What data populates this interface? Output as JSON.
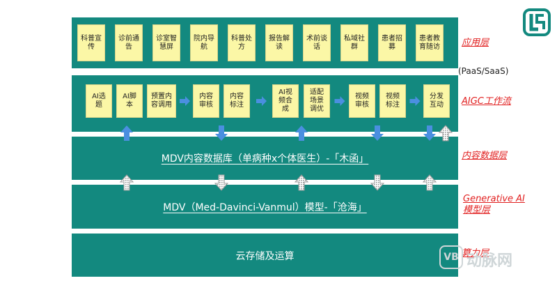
{
  "application_layer": {
    "label": "应用层",
    "items": [
      "科普宣传",
      "诊前通告",
      "诊室智慧屏",
      "院内导航",
      "科普处方",
      "报告解读",
      "术前谈话",
      "私域社群",
      "患者招募",
      "患者教育随访"
    ]
  },
  "paas_note": "(PaaS/SaaS)",
  "aigc_layer": {
    "label": "AIGC工作流",
    "groups": [
      [
        "AI选题",
        "AI脚本",
        "预置内容调用"
      ],
      [
        "内容审核",
        "内容标注"
      ],
      [
        "AI视频合成",
        "适配场景调优"
      ],
      [
        "视频审核",
        "视频标注"
      ],
      [
        "分发互动"
      ]
    ]
  },
  "content_db_layer": {
    "label": "内容数据层",
    "text": "MDV内容数据库（单病种x个体医生）-「木函」"
  },
  "model_layer": {
    "label_line1": "Generative AI",
    "label_line2": "模型层",
    "text": "MDV（Med-Davinci-Vanmul）模型-「沧海」"
  },
  "compute_layer": {
    "label": "算力层",
    "text": "云存储及运算"
  },
  "watermark": {
    "text": "动脉网",
    "badge": "VB"
  },
  "colors": {
    "layer_fill": "#13897f",
    "box_fill": "#fbf7a6",
    "label_red": "#e11f1f",
    "arrow_blue": "#4a8fe0",
    "arrow_gray": "#b8b8b8"
  }
}
